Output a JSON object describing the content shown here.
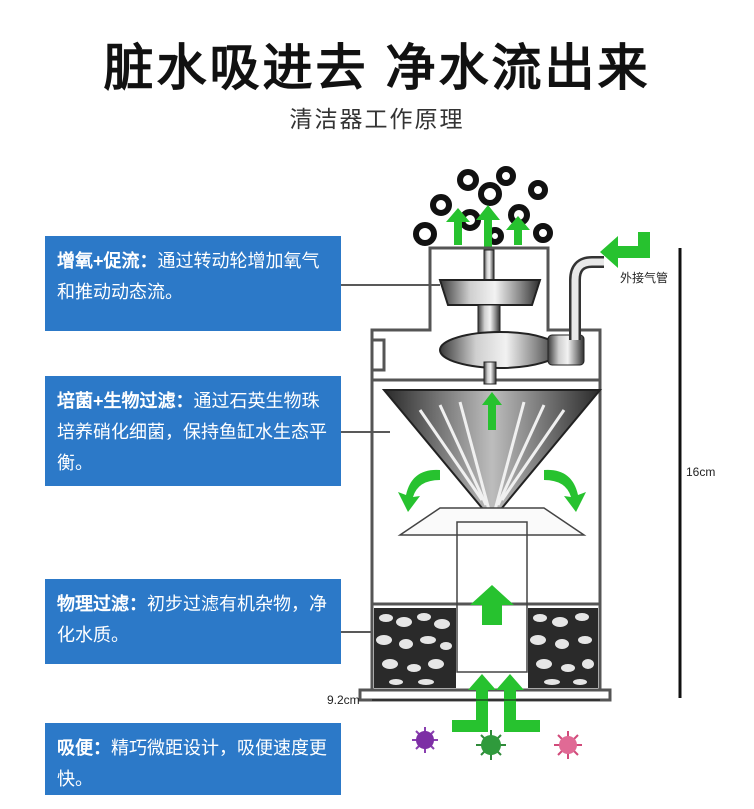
{
  "header": {
    "title": "脏水吸进去 净水流出来",
    "subtitle": "清洁器工作原理"
  },
  "callouts": [
    {
      "heading": "增氧+促流：",
      "text": "通过转动轮增加氧气和推动动态流。"
    },
    {
      "heading": "培菌+生物过滤：",
      "text": "通过石英生物珠培养硝化细菌，保持鱼缸水生态平衡。"
    },
    {
      "heading": "物理过滤：",
      "text": "初步过滤有机杂物，净化水质。"
    },
    {
      "heading": "吸便：",
      "text": "精巧微距设计，吸便速度更快。"
    }
  ],
  "diagram": {
    "air_tube_label": "外接气管",
    "height_label": "16cm",
    "width_label": "9.2cm"
  },
  "colors": {
    "callout_bg": "#2c79c8",
    "arrow_green": "#27c22f",
    "body_gray": "#555555"
  }
}
